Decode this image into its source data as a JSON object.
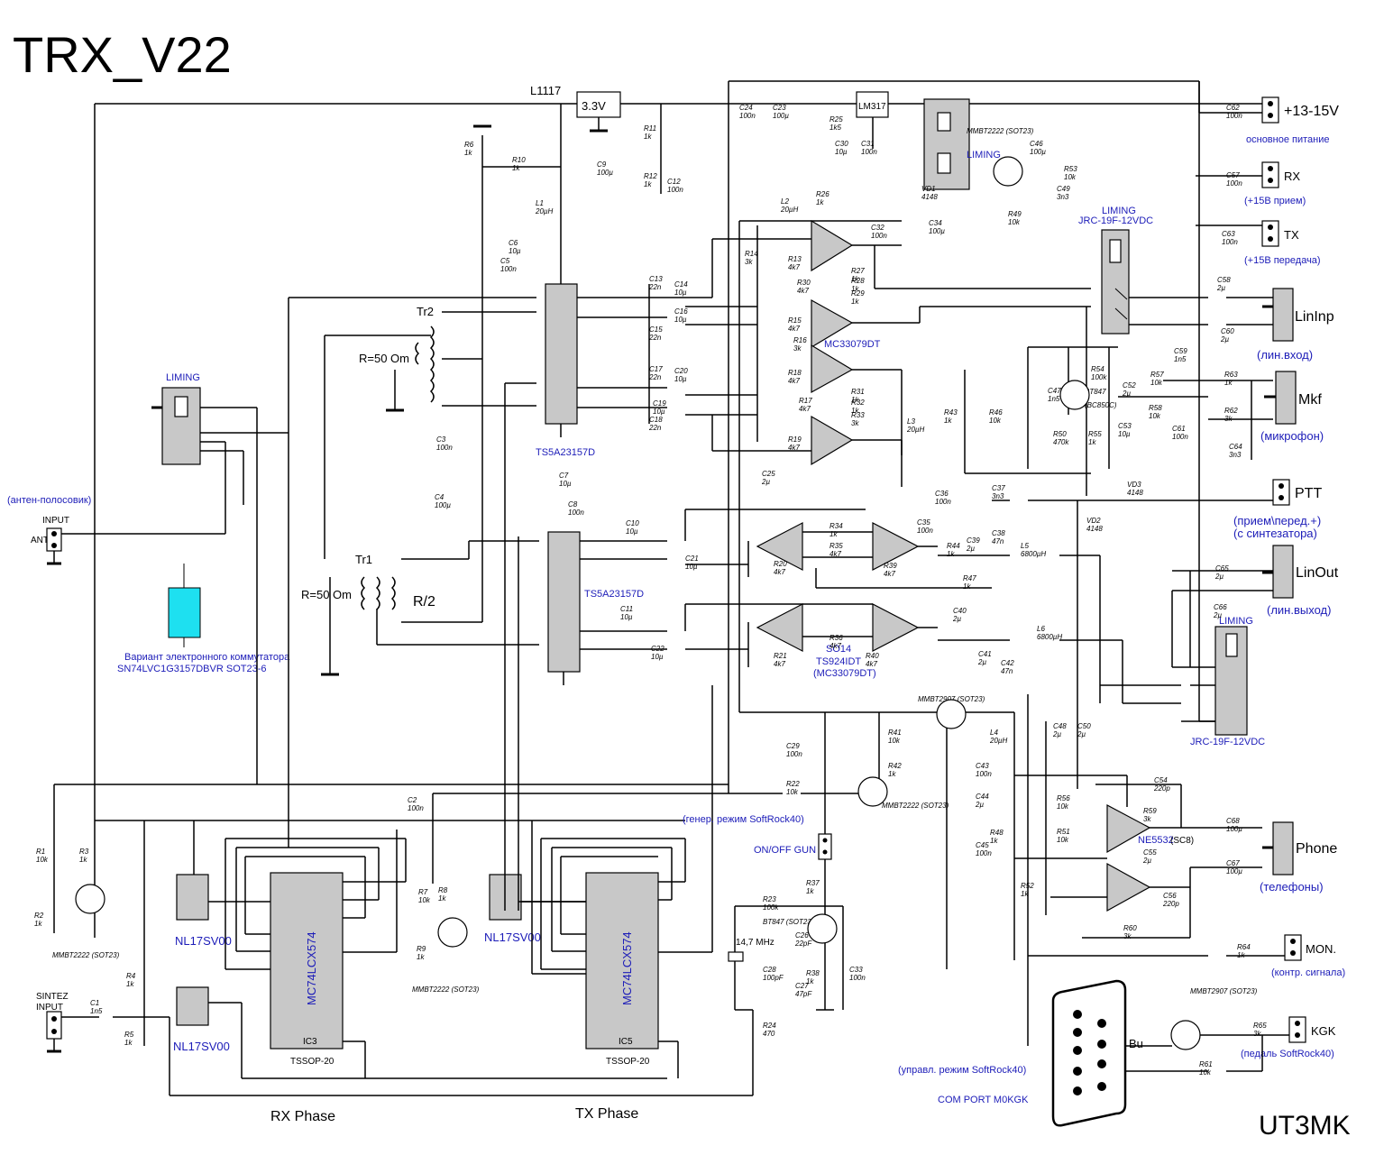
{
  "title": "TRX_V22",
  "author": "UT3MK",
  "captions": {
    "rx_phase": "RX Phase",
    "tx_phase": "TX Phase",
    "l1117": "L1117",
    "v33": "3.3V",
    "lm317": "LM317",
    "tr2": "Tr2",
    "tr1": "Tr1",
    "r50_top": "R=50 Om",
    "r50_bot": "R=50 Om",
    "r_half": "R/2"
  },
  "connectors": [
    {
      "label": "+13-15V",
      "note": "основное питание"
    },
    {
      "label": "RX",
      "note": "(+15В прием)"
    },
    {
      "label": "TX",
      "note": "(+15В передача)"
    },
    {
      "label": "LinInp",
      "note": "(лин.вход)"
    },
    {
      "label": "Mkf",
      "note": "(микрофон)"
    },
    {
      "label": "PTT",
      "note": "(прием\\перед.+)",
      "note2": "(с синтезатора)"
    },
    {
      "label": "LinOut",
      "note": "(лин.выход)"
    },
    {
      "label": "Phone",
      "note": "(телефоны)"
    },
    {
      "label": "MON.",
      "note": "(контр. сигнала)"
    },
    {
      "label": "KGK",
      "note": "(педаль SoftRock40)"
    }
  ],
  "left_side": {
    "ant_note": "(антен-полосовик)",
    "input": "INPUT",
    "ant": "ANT",
    "sintez": "SINTEZ",
    "sintez_input": "INPUT",
    "liming": "LIMING",
    "alt_switch_1": "Вариант электронного коммутатора",
    "alt_switch_2": "SN74LVC1G3157DBVR SOT23-6"
  },
  "chips": {
    "ts_top": "TS5A23157D",
    "ts_bot": "TS5A23157D",
    "ic3_name": "MC74LCX574",
    "ic5_name": "MC74LCX574",
    "ic3": "IC3",
    "ic5": "IC5",
    "tssop1": "TSSOP-20",
    "tssop2": "TSSOP-20",
    "nl1": "NL17SV00",
    "nl2": "NL17SV00",
    "nl3": "NL17SV00",
    "opamp_top": "MC33079DT",
    "opamp_mid_1": "SO14",
    "opamp_mid_2": "TS924IDT",
    "opamp_mid_3": "(MC33079DT)",
    "ne5532": "NE5532",
    "sc8": "(SC8)"
  },
  "relays": {
    "top_liming": "LIMING",
    "top_model": "JRC-19F-12VDC",
    "bot_liming": "LIMING",
    "bot_model": "JRC-19F-12VDC",
    "small_liming": "LIMING"
  },
  "transistors": {
    "vt6": "MMBT2222 (SOT23)",
    "vt5": "MMBT2907 (SOT23)",
    "vt4": "MMBT2222 (SOT23)",
    "vt3": "BT847 (SOT23)",
    "vt7": "BT847",
    "vt7b": "(BC850C)",
    "vt8": "MMBT2907 (SOT23)",
    "vt1": "MMBT2222 (SOT23)",
    "vt2": "MMBT2222 (SOT23)"
  },
  "notes": {
    "gen_mode": "(генер. режим SoftRock40)",
    "on_off": "ON/OFF GUN",
    "crystal": "14,7 MHz",
    "ctrl_mode": "(управл. режим SoftRock40)",
    "com_port": "COM PORT M0KGK",
    "bu": "Bu"
  },
  "colors": {
    "chip_fill": "#c8c8c8",
    "blue_text": "#1c1cb8",
    "cyan_switch": "#1ee0f0"
  },
  "parts": [
    {
      "ref": "C24",
      "val": "100n"
    },
    {
      "ref": "C23",
      "val": "100µ"
    },
    {
      "ref": "R25",
      "val": "1k5"
    },
    {
      "ref": "C30",
      "val": "10µ"
    },
    {
      "ref": "C31",
      "val": "100n"
    },
    {
      "ref": "R26",
      "val": "1k"
    },
    {
      "ref": "C46",
      "val": "100µ"
    },
    {
      "ref": "C62",
      "val": "100n"
    },
    {
      "ref": "C57",
      "val": "100n"
    },
    {
      "ref": "C63",
      "val": "100n"
    },
    {
      "ref": "R53",
      "val": "10k"
    },
    {
      "ref": "C49",
      "val": "3n3"
    },
    {
      "ref": "R49",
      "val": "10k"
    },
    {
      "ref": "VD1",
      "val": "4148"
    },
    {
      "ref": "R11",
      "val": "1k"
    },
    {
      "ref": "R12",
      "val": "1k"
    },
    {
      "ref": "C9",
      "val": "100µ"
    },
    {
      "ref": "C12",
      "val": "100n"
    },
    {
      "ref": "R6",
      "val": "1k"
    },
    {
      "ref": "R10",
      "val": "1k"
    },
    {
      "ref": "L1",
      "val": "20µH"
    },
    {
      "ref": "C6",
      "val": "10µ"
    },
    {
      "ref": "C5",
      "val": "100n"
    },
    {
      "ref": "L2",
      "val": "20µH"
    },
    {
      "ref": "C32",
      "val": "100n"
    },
    {
      "ref": "C34",
      "val": "100µ"
    },
    {
      "ref": "R14",
      "val": "3k"
    },
    {
      "ref": "R13",
      "val": "4k7"
    },
    {
      "ref": "R27",
      "val": "1k"
    },
    {
      "ref": "R28",
      "val": "1k"
    },
    {
      "ref": "R30",
      "val": "4k7"
    },
    {
      "ref": "R29",
      "val": "1k"
    },
    {
      "ref": "R15",
      "val": "4k7"
    },
    {
      "ref": "R16",
      "val": "3k"
    },
    {
      "ref": "C13",
      "val": "22n"
    },
    {
      "ref": "C14",
      "val": "10µ"
    },
    {
      "ref": "C15",
      "val": "22n"
    },
    {
      "ref": "C16",
      "val": "10µ"
    },
    {
      "ref": "C17",
      "val": "22n"
    },
    {
      "ref": "C20",
      "val": "10µ"
    },
    {
      "ref": "C18",
      "val": "22n"
    },
    {
      "ref": "C19",
      "val": "10µ"
    },
    {
      "ref": "R18",
      "val": "4k7"
    },
    {
      "ref": "R31",
      "val": "1k"
    },
    {
      "ref": "R17",
      "val": "4k7"
    },
    {
      "ref": "R32",
      "val": "1k"
    },
    {
      "ref": "R33",
      "val": "3k"
    },
    {
      "ref": "R19",
      "val": "4k7"
    },
    {
      "ref": "L3",
      "val": "20µH"
    },
    {
      "ref": "R43",
      "val": "1k"
    },
    {
      "ref": "R46",
      "val": "10k"
    },
    {
      "ref": "C47",
      "val": "1n5"
    },
    {
      "ref": "R50",
      "val": "470k"
    },
    {
      "ref": "R54",
      "val": "100k"
    },
    {
      "ref": "C52",
      "val": "2µ"
    },
    {
      "ref": "R57",
      "val": "10k"
    },
    {
      "ref": "R58",
      "val": "10k"
    },
    {
      "ref": "C53",
      "val": "10µ"
    },
    {
      "ref": "R55",
      "val": "1k"
    },
    {
      "ref": "C61",
      "val": "100n"
    },
    {
      "ref": "C59",
      "val": "1n5"
    },
    {
      "ref": "R63",
      "val": "1k"
    },
    {
      "ref": "R62",
      "val": "3k"
    },
    {
      "ref": "C64",
      "val": "3n3"
    },
    {
      "ref": "C58",
      "val": "2µ"
    },
    {
      "ref": "C60",
      "val": "2µ"
    },
    {
      "ref": "C3",
      "val": "100n"
    },
    {
      "ref": "C4",
      "val": "100µ"
    },
    {
      "ref": "C7",
      "val": "10µ"
    },
    {
      "ref": "C8",
      "val": "100n"
    },
    {
      "ref": "C25",
      "val": "2µ"
    },
    {
      "ref": "C36",
      "val": "100n"
    },
    {
      "ref": "C37",
      "val": "3n3"
    },
    {
      "ref": "VD3",
      "val": "4148"
    },
    {
      "ref": "VD2",
      "val": "4148"
    },
    {
      "ref": "C10",
      "val": "10µ"
    },
    {
      "ref": "C21",
      "val": "10µ"
    },
    {
      "ref": "R34",
      "val": "1k"
    },
    {
      "ref": "R35",
      "val": "4k7"
    },
    {
      "ref": "R20",
      "val": "4k7"
    },
    {
      "ref": "R39",
      "val": "4k7"
    },
    {
      "ref": "C35",
      "val": "100n"
    },
    {
      "ref": "R44",
      "val": "1k"
    },
    {
      "ref": "C39",
      "val": "2µ"
    },
    {
      "ref": "C38",
      "val": "47n"
    },
    {
      "ref": "L5",
      "val": "6800µH"
    },
    {
      "ref": "R47",
      "val": "1k"
    },
    {
      "ref": "C65",
      "val": "2µ"
    },
    {
      "ref": "C66",
      "val": "2µ"
    },
    {
      "ref": "C11",
      "val": "10µ"
    },
    {
      "ref": "C22",
      "val": "10µ"
    },
    {
      "ref": "R36",
      "val": "4k7"
    },
    {
      "ref": "R21",
      "val": "4k7"
    },
    {
      "ref": "R40",
      "val": "4k7"
    },
    {
      "ref": "C40",
      "val": "2µ"
    },
    {
      "ref": "R48",
      "val": "1k"
    },
    {
      "ref": "C41",
      "val": "2µ"
    },
    {
      "ref": "C42",
      "val": "47n"
    },
    {
      "ref": "L6",
      "val": "6800µH"
    },
    {
      "ref": "R41",
      "val": "10k"
    },
    {
      "ref": "R42",
      "val": "1k"
    },
    {
      "ref": "C29",
      "val": "100n"
    },
    {
      "ref": "L4",
      "val": "20µH"
    },
    {
      "ref": "C48",
      "val": "2µ"
    },
    {
      "ref": "C50",
      "val": "2µ"
    },
    {
      "ref": "C43",
      "val": "100n"
    },
    {
      "ref": "C44",
      "val": "2µ"
    },
    {
      "ref": "R22",
      "val": "10k"
    },
    {
      "ref": "C54",
      "val": "220p"
    },
    {
      "ref": "R56",
      "val": "10k"
    },
    {
      "ref": "R59",
      "val": "3k"
    },
    {
      "ref": "C68",
      "val": "100µ"
    },
    {
      "ref": "R51",
      "val": "10k"
    },
    {
      "ref": "C45",
      "val": "100n"
    },
    {
      "ref": "R52",
      "val": "1k"
    },
    {
      "ref": "C55",
      "val": "2µ"
    },
    {
      "ref": "C67",
      "val": "100µ"
    },
    {
      "ref": "C56",
      "val": "220p"
    },
    {
      "ref": "R60",
      "val": "3k"
    },
    {
      "ref": "R64",
      "val": "1k"
    },
    {
      "ref": "R37",
      "val": "1k"
    },
    {
      "ref": "R23",
      "val": "100k"
    },
    {
      "ref": "C26",
      "val": "22pF"
    },
    {
      "ref": "C28",
      "val": "100pF"
    },
    {
      "ref": "C27",
      "val": "47pF"
    },
    {
      "ref": "R38",
      "val": "1k"
    },
    {
      "ref": "C33",
      "val": "100n"
    },
    {
      "ref": "R24",
      "val": "470"
    },
    {
      "ref": "C2",
      "val": "100n"
    },
    {
      "ref": "R1",
      "val": "10k"
    },
    {
      "ref": "R3",
      "val": "1k"
    },
    {
      "ref": "R2",
      "val": "1k"
    },
    {
      "ref": "R4",
      "val": "1k"
    },
    {
      "ref": "R5",
      "val": "1k"
    },
    {
      "ref": "C1",
      "val": "1n5"
    },
    {
      "ref": "R7",
      "val": "10k"
    },
    {
      "ref": "R8",
      "val": "1k"
    },
    {
      "ref": "R9",
      "val": "1k"
    },
    {
      "ref": "R61",
      "val": "10k"
    },
    {
      "ref": "R65",
      "val": "3k"
    }
  ]
}
